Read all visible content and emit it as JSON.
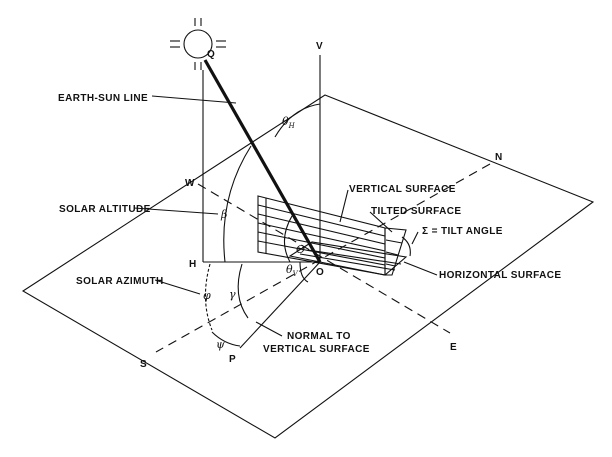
{
  "labels": {
    "earth_sun_line": "EARTH-SUN LINE",
    "solar_altitude": "SOLAR ALTITUDE",
    "solar_azimuth": "SOLAR AZIMUTH",
    "vertical_surface": "VERTICAL SURFACE",
    "tilted_surface": "TILTED SURFACE",
    "tilt_angle": "Σ = TILT ANGLE",
    "horizontal_surface": "HORIZONTAL SURFACE",
    "normal_line1": "NORMAL TO",
    "normal_line2": "VERTICAL SURFACE"
  },
  "points": {
    "q": "Q",
    "v": "V",
    "n": "N",
    "w": "W",
    "h": "H",
    "o": "O",
    "e": "E",
    "s": "S",
    "p": "P"
  },
  "greek": {
    "theta": "θ",
    "sub_h": "H",
    "sub_v": "V",
    "beta": "β",
    "phi": "φ",
    "gamma": "γ",
    "psi": "ψ",
    "capital_theta": "Θ"
  }
}
